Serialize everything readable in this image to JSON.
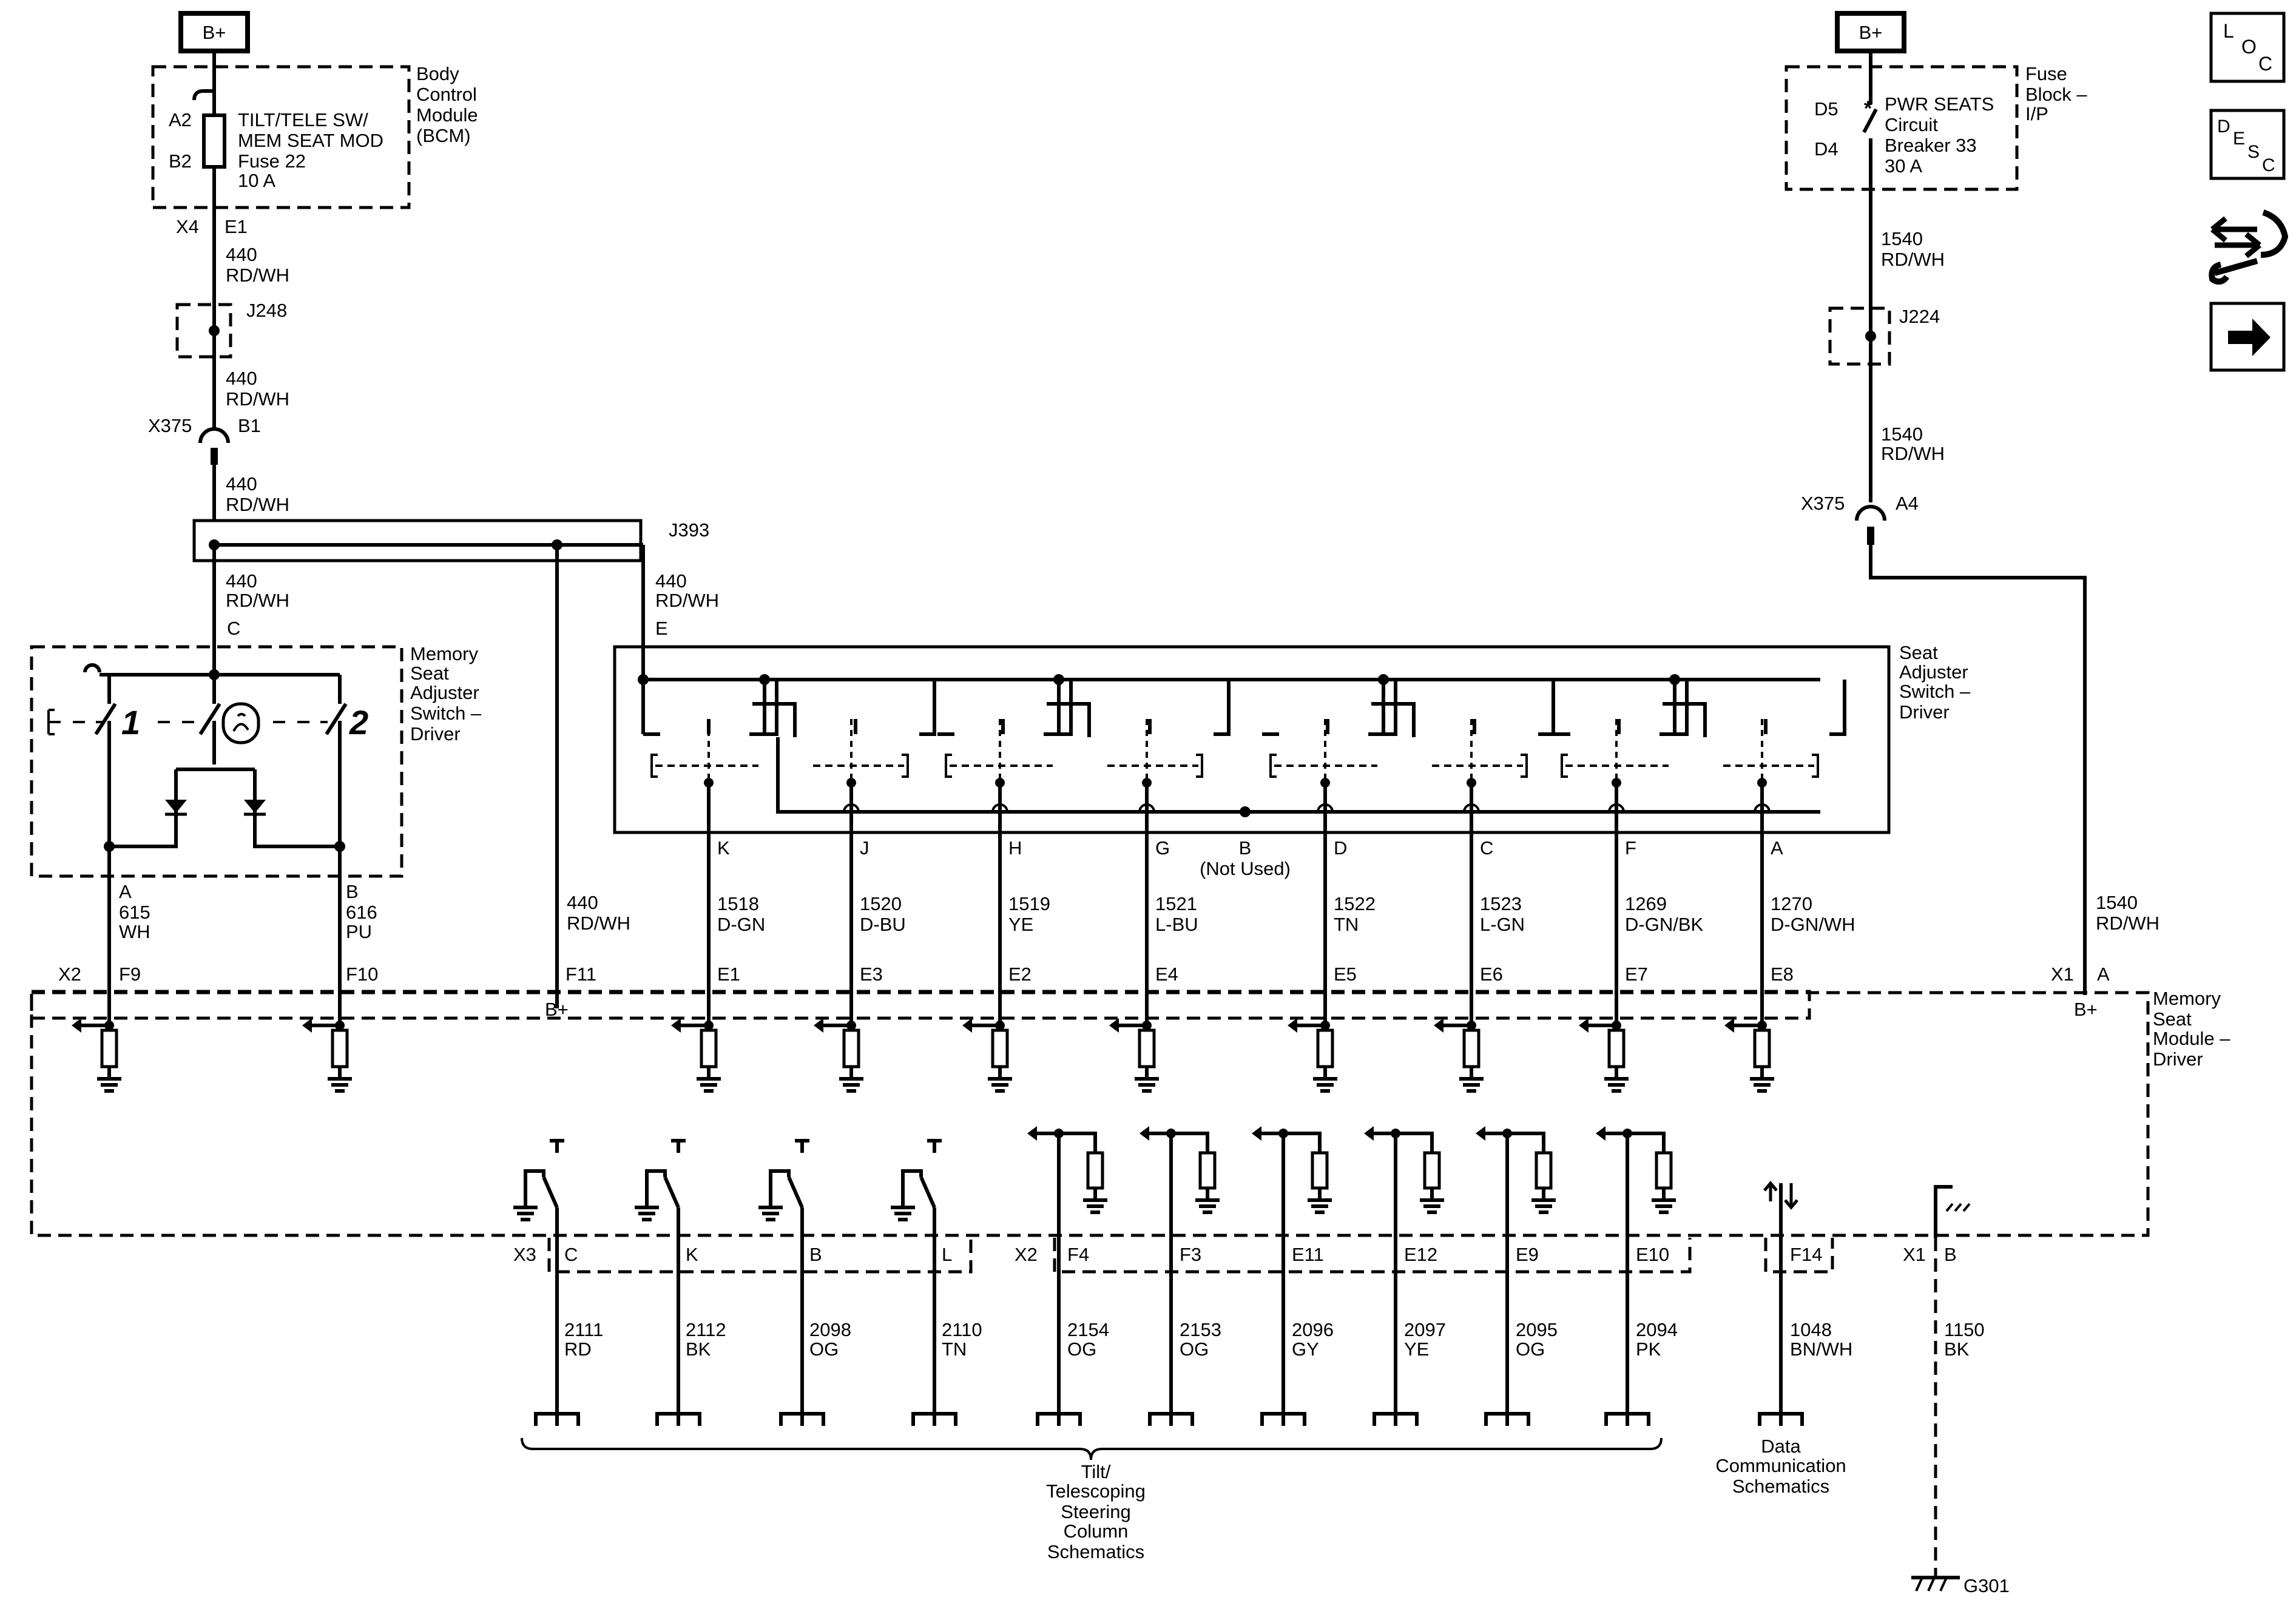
{
  "power": {
    "b_plus_left": "B+",
    "b_plus_right": "B+"
  },
  "bcm": {
    "name": [
      "Body",
      "Control",
      "Module",
      "(BCM)"
    ],
    "fuse": [
      "TILT/TELE SW/",
      "MEM SEAT MOD",
      "Fuse 22",
      "10 A"
    ],
    "pin_a2": "A2",
    "pin_b2": "B2",
    "conn_x4": "X4",
    "pin_e1": "E1"
  },
  "fuse_block": {
    "name": [
      "Fuse",
      "Block –",
      "I/P"
    ],
    "breaker": [
      "PWR SEATS",
      "Circuit",
      "Breaker 33",
      "30 A"
    ],
    "pin_d5": "D5",
    "pin_d4": "D4"
  },
  "wires": {
    "w440": [
      "440",
      "RD/WH"
    ],
    "w1540": [
      "1540",
      "RD/WH"
    ],
    "j248": "J248",
    "j224": "J224",
    "j393": "J393",
    "x375": "X375",
    "b1": "B1",
    "a4": "A4"
  },
  "memory_switch": {
    "name": [
      "Memory",
      "Seat",
      "Adjuster",
      "Switch –",
      "Driver"
    ],
    "pin_c": "C",
    "btn1": "1",
    "btn2": "2",
    "pin_a": "A",
    "pin_b": "B",
    "wa": [
      "615",
      "WH"
    ],
    "wb": [
      "616",
      "PU"
    ]
  },
  "seat_switch": {
    "name": [
      "Seat",
      "Adjuster",
      "Switch –",
      "Driver"
    ],
    "pin_e": "E",
    "pins": [
      {
        "pin": "K",
        "circuit": "1518",
        "color": "D-GN",
        "x2": "E1"
      },
      {
        "pin": "J",
        "circuit": "1520",
        "color": "D-BU",
        "x2": "E3"
      },
      {
        "pin": "H",
        "circuit": "1519",
        "color": "YE",
        "x2": "E2"
      },
      {
        "pin": "G",
        "circuit": "1521",
        "color": "L-BU",
        "x2": "E4"
      },
      {
        "pin": "D",
        "circuit": "1522",
        "color": "TN",
        "x2": "E5"
      },
      {
        "pin": "C",
        "circuit": "1523",
        "color": "L-GN",
        "x2": "E6"
      },
      {
        "pin": "F",
        "circuit": "1269",
        "color": "D-GN/BK",
        "x2": "E7"
      },
      {
        "pin": "A",
        "circuit": "1270",
        "color": "D-GN/WH",
        "x2": "E8"
      }
    ],
    "unused_pin": "B",
    "unused_note": "(Not Used)"
  },
  "module": {
    "name": [
      "Memory",
      "Seat",
      "Module –",
      "Driver"
    ],
    "x2": "X2",
    "x1": "X1",
    "x3": "X3",
    "f9": "F9",
    "f10": "F10",
    "f11": "F11",
    "a": "A",
    "b": "B",
    "bplus": "B+"
  },
  "bottom_x3": [
    {
      "pin": "C",
      "circuit": "2111",
      "color": "RD"
    },
    {
      "pin": "K",
      "circuit": "2112",
      "color": "BK"
    },
    {
      "pin": "B",
      "circuit": "2098",
      "color": "OG"
    },
    {
      "pin": "L",
      "circuit": "2110",
      "color": "TN"
    }
  ],
  "bottom_x2": [
    {
      "pin": "F4",
      "circuit": "2154",
      "color": "OG"
    },
    {
      "pin": "F3",
      "circuit": "2153",
      "color": "OG"
    },
    {
      "pin": "E11",
      "circuit": "2096",
      "color": "GY"
    },
    {
      "pin": "E12",
      "circuit": "2097",
      "color": "YE"
    },
    {
      "pin": "E9",
      "circuit": "2095",
      "color": "OG"
    },
    {
      "pin": "E10",
      "circuit": "2094",
      "color": "PK"
    }
  ],
  "data_line": {
    "pin": "F14",
    "circuit": "1048",
    "color": "BN/WH"
  },
  "ground_line": {
    "pin": "B",
    "circuit": "1150",
    "color": "BK",
    "ground": "G301"
  },
  "refs": {
    "tilt": [
      "Tilt/",
      "Telescoping",
      "Steering",
      "Column",
      "Schematics"
    ],
    "data": [
      "Data",
      "Communication",
      "Schematics"
    ]
  },
  "side_buttons": {
    "loc": [
      "L",
      "O",
      "C"
    ],
    "desc": [
      "D",
      "E",
      "S",
      "C"
    ]
  }
}
